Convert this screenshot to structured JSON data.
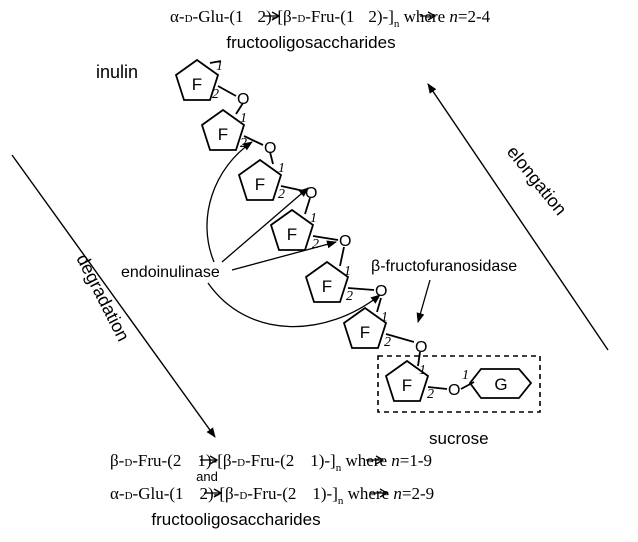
{
  "top_formula": {
    "prefix": "α-",
    "d1": "D",
    "part1": "-Glu-(1",
    "part2": "2)-[β-",
    "d2": "D",
    "part3": "-Fru-(1",
    "part4": "2)-]",
    "sub": "n",
    "where": " where ",
    "n": "n",
    "range": "=2-4"
  },
  "top_caption": "fructooligosaccharides",
  "inulin_label": "inulin",
  "elongation_label": "elongation",
  "degradation_label": "degradation",
  "endoinulinase_label": "endoinulinase",
  "fructofuranosidase_label": "β-fructofuranosidase",
  "sucrose_label": "sucrose",
  "ring_fructose": "F",
  "ring_glucose": "G",
  "oxygen": "O",
  "pos_1": "1",
  "pos_2": "2",
  "bottom_formula_1": {
    "prefix": "β-",
    "d1": "D",
    "part1": "-Fru-(2",
    "part2": "1)-[β-",
    "d2": "D",
    "part3": "-Fru-(2",
    "part4": "1)-]",
    "sub": "n",
    "where": " where ",
    "n": "n",
    "range": "=1-9"
  },
  "and_label": "and",
  "bottom_formula_2": {
    "prefix": "α-",
    "d1": "D",
    "part1": "-Glu-(1",
    "part2": "2)-[β-",
    "d2": "D",
    "part3": "-Fru-(2",
    "part4": "1)-]",
    "sub": "n",
    "where": " where ",
    "n": "n",
    "range": "=2-9"
  },
  "bottom_caption": "fructooligosaccharides"
}
